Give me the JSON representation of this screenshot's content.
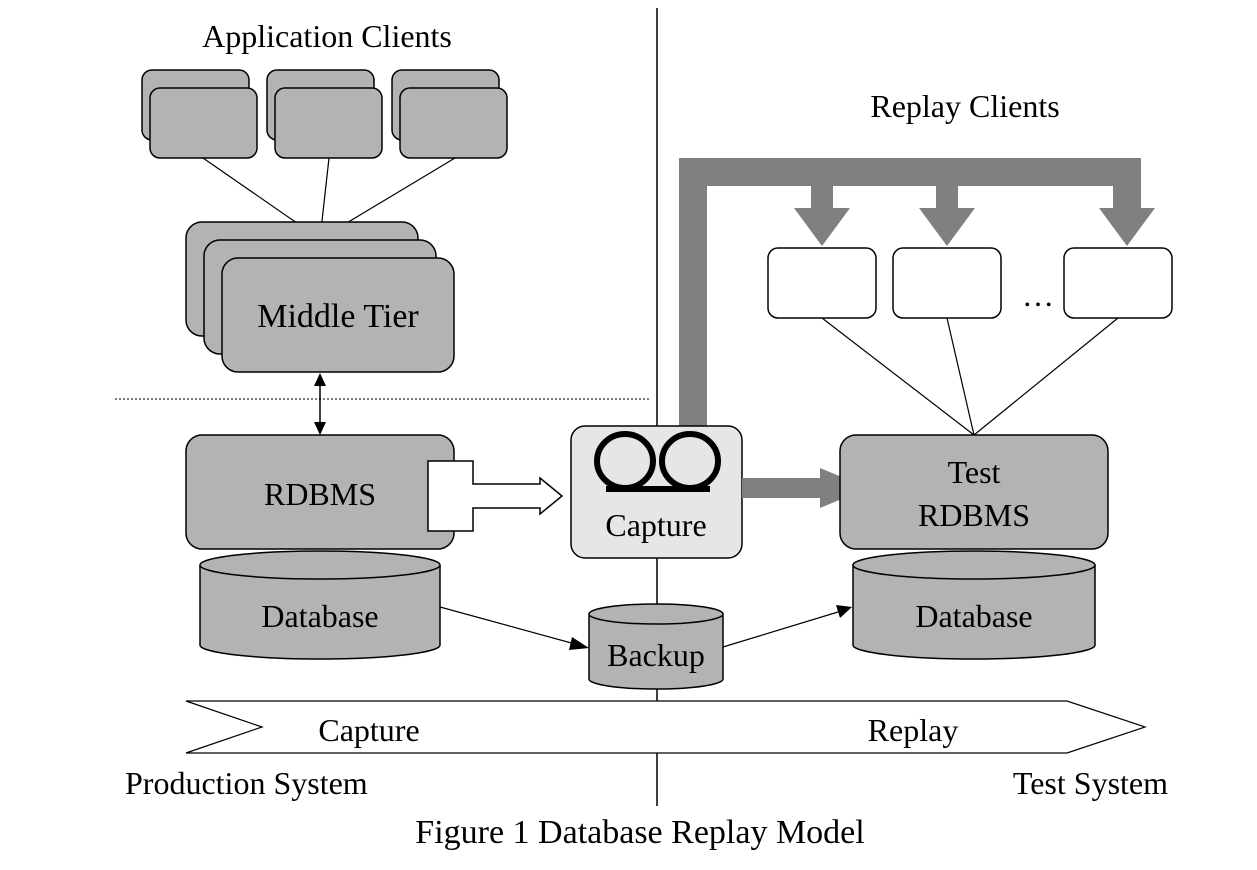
{
  "figure": {
    "caption": "Figure 1 Database Replay Model"
  },
  "production": {
    "clients_label": "Application Clients",
    "middle_tier_label": "Middle Tier",
    "rdbms_label": "RDBMS",
    "database_label": "Database",
    "system_label": "Production System"
  },
  "capture_device": {
    "label": "Capture",
    "icon": "tape-reel-icon"
  },
  "backup": {
    "label": "Backup"
  },
  "test": {
    "replay_clients_label": "Replay Clients",
    "ellipsis": "…",
    "rdbms_label_line1": "Test",
    "rdbms_label_line2": "RDBMS",
    "database_label": "Database",
    "system_label": "Test System"
  },
  "phase_arrow": {
    "capture_label": "Capture",
    "replay_label": "Replay"
  },
  "colors": {
    "box_fill": "#b3b3b3",
    "capture_fill": "#e6e6e6",
    "thick_arrow": "#808080",
    "white": "#ffffff",
    "stroke": "#000000"
  }
}
